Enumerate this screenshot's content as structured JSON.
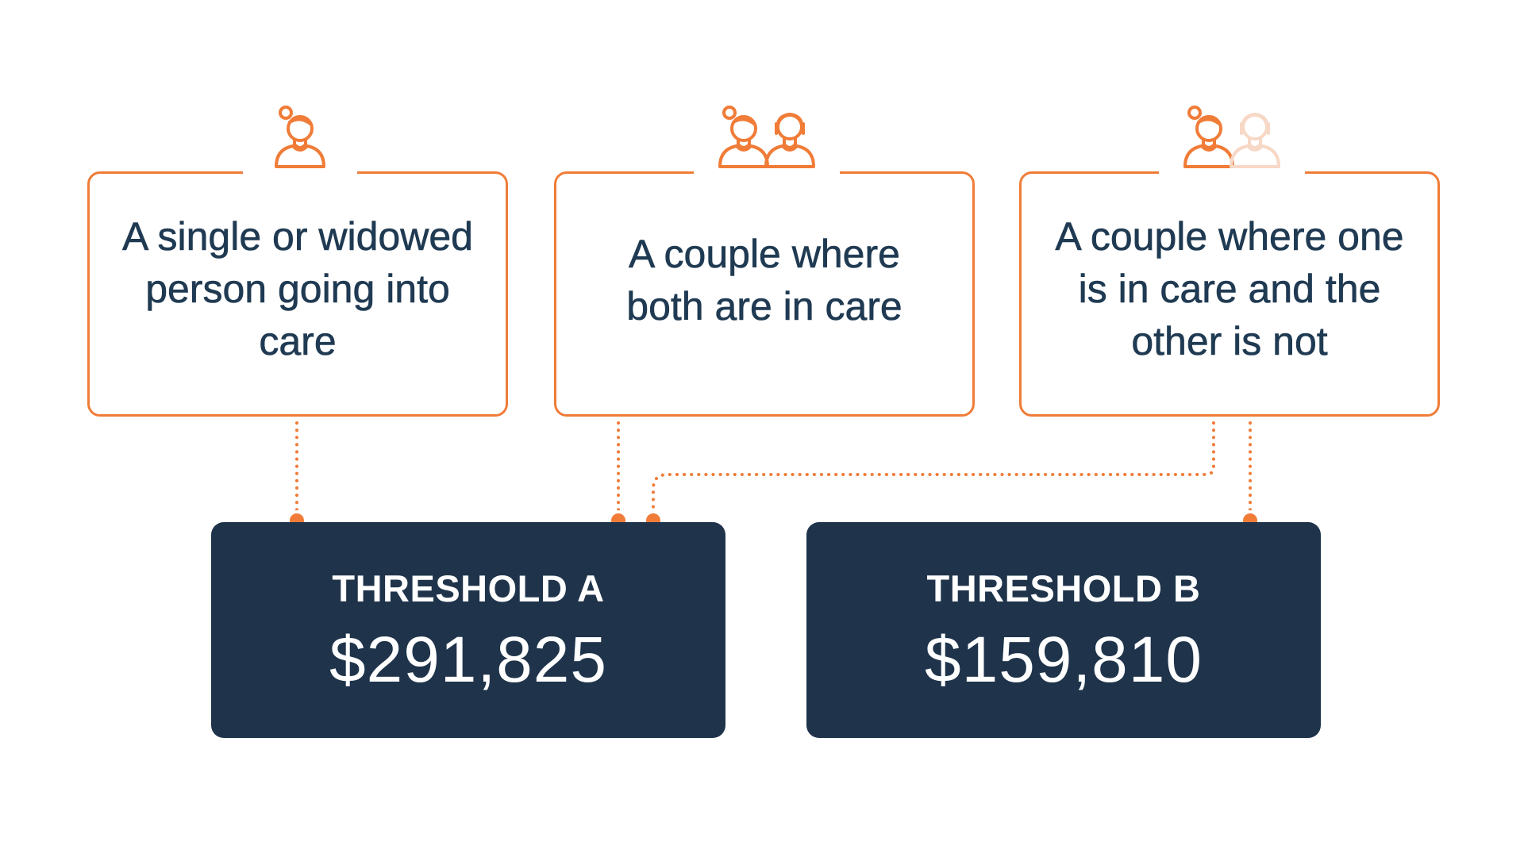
{
  "colors": {
    "accent": "#f07c38",
    "accent_faded": "#f7d8c6",
    "navy": "#1f344b",
    "text_dark": "#1f3a52",
    "background": "#ffffff"
  },
  "cases": [
    {
      "icon": "single-person-icon",
      "text": "A single or widowed person going into care"
    },
    {
      "icon": "couple-in-care-icon",
      "text": "A couple where both are in care"
    },
    {
      "icon": "couple-one-in-care-icon",
      "text": "A couple where one is in care and the other is not"
    }
  ],
  "thresholds": [
    {
      "label": "THRESHOLD A",
      "value": "$291,825"
    },
    {
      "label": "THRESHOLD B",
      "value": "$159,810"
    }
  ]
}
